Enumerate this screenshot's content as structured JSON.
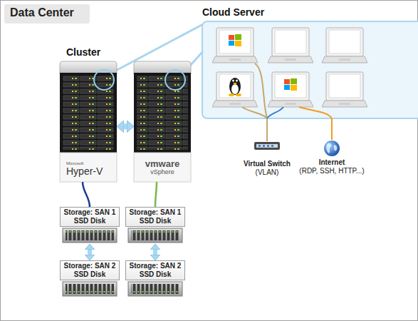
{
  "diagram": {
    "title": "Data Center",
    "nodes": [
      {
        "text": [
          "Cloud Server"
        ]
      },
      {
        "text": [
          "Microsoft",
          "Hyper-V"
        ]
      },
      {
        "text": [
          "vmware",
          "vSphere"
        ]
      },
      {
        "text": [
          "Virtual Switch",
          "(VLAN)"
        ]
      },
      {
        "text": [
          "Internet",
          "(RDP, SSH, HTTP...)"
        ]
      },
      {
        "text": [
          "Storage: SAN 1 SSD Disk"
        ]
      },
      {
        "text": [
          "Storage: SAN 1 SSD Disk"
        ]
      },
      {
        "text": [
          "Storage: SAN 2 SSD Disk"
        ]
      },
      {
        "text": [
          "Storage: SAN 2 SSD Disk"
        ]
      }
    ],
    "edges": [
      {
        "from": 1,
        "to": 2,
        "arrow": "both"
      },
      {
        "from": 1,
        "to": 5,
        "arrow": "none"
      },
      {
        "from": 2,
        "to": 6,
        "arrow": "none"
      },
      {
        "from": 5,
        "to": 7,
        "arrow": "both"
      },
      {
        "from": 6,
        "to": 8,
        "arrow": "both"
      },
      {
        "from": 0,
        "to": 3,
        "arrow": "none"
      },
      {
        "from": 0,
        "to": 4,
        "arrow": "none"
      }
    ],
    "labels": [
      "Cluster"
    ]
  }
}
